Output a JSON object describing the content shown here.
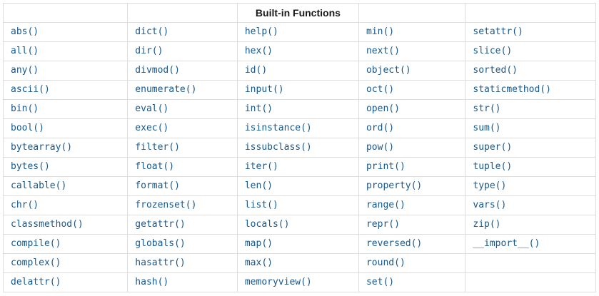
{
  "table": {
    "header": "Built-in Functions",
    "rows": [
      [
        "abs()",
        "dict()",
        "help()",
        "min()",
        "setattr()"
      ],
      [
        "all()",
        "dir()",
        "hex()",
        "next()",
        "slice()"
      ],
      [
        "any()",
        "divmod()",
        "id()",
        "object()",
        "sorted()"
      ],
      [
        "ascii()",
        "enumerate()",
        "input()",
        "oct()",
        "staticmethod()"
      ],
      [
        "bin()",
        "eval()",
        "int()",
        "open()",
        "str()"
      ],
      [
        "bool()",
        "exec()",
        "isinstance()",
        "ord()",
        "sum()"
      ],
      [
        "bytearray()",
        "filter()",
        "issubclass()",
        "pow()",
        "super()"
      ],
      [
        "bytes()",
        "float()",
        "iter()",
        "print()",
        "tuple()"
      ],
      [
        "callable()",
        "format()",
        "len()",
        "property()",
        "type()"
      ],
      [
        "chr()",
        "frozenset()",
        "list()",
        "range()",
        "vars()"
      ],
      [
        "classmethod()",
        "getattr()",
        "locals()",
        "repr()",
        "zip()"
      ],
      [
        "compile()",
        "globals()",
        "map()",
        "reversed()",
        "__import__()"
      ],
      [
        "complex()",
        "hasattr()",
        "max()",
        "round()",
        ""
      ],
      [
        "delattr()",
        "hash()",
        "memoryview()",
        "set()",
        ""
      ]
    ]
  },
  "colors": {
    "link": "#17588e",
    "border": "#dddddd",
    "header_text": "#1a1a1a"
  }
}
